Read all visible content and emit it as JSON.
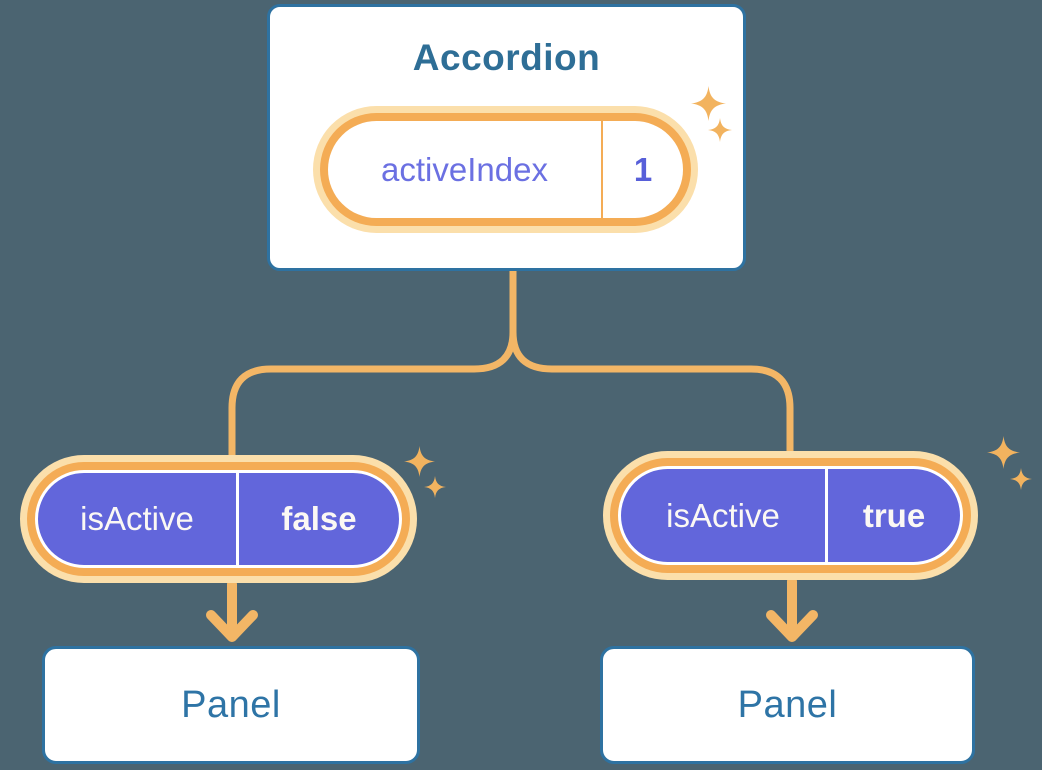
{
  "root": {
    "title": "Accordion",
    "state": {
      "label": "activeIndex",
      "value": "1"
    }
  },
  "children": [
    {
      "prop": {
        "label": "isActive",
        "value": "false"
      },
      "target": "Panel"
    },
    {
      "prop": {
        "label": "isActive",
        "value": "true"
      },
      "target": "Panel"
    }
  ],
  "icons": {
    "sparkles": "four-point-star"
  },
  "colors": {
    "background": "#4B6471",
    "card_border": "#2E72A1",
    "title_text": "#2E6E96",
    "panel_text": "#2E74A6",
    "purple_fill": "#6266DB",
    "purple_text": "#6B70E2",
    "value_text": "#575FD9",
    "ring_orange": "#F4AC55",
    "ring_glow": "#FBDFAB",
    "connector": "#F3B666",
    "sparkle": "#F2B35F",
    "light_text": "#FBF8F4"
  }
}
